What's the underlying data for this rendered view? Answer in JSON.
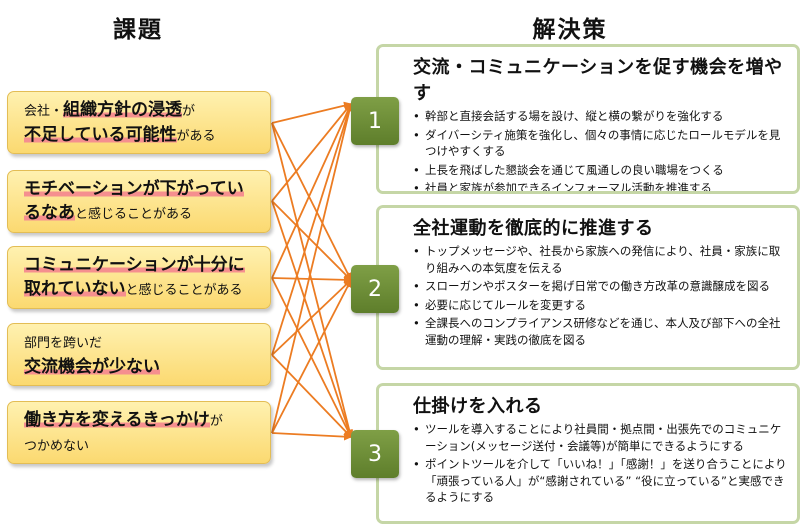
{
  "headings": {
    "issues": "課題",
    "solutions": "解決策"
  },
  "issues": [
    {
      "parts": [
        {
          "t": "会社・",
          "s": "sm"
        },
        {
          "t": "組織方針の浸透",
          "s": "bg",
          "hl": true
        },
        {
          "t": "が",
          "s": "sm"
        },
        {
          "t": "不足している可能性",
          "s": "bg",
          "hl": true,
          "br": true
        },
        {
          "t": "がある",
          "s": "sm"
        }
      ]
    },
    {
      "parts": [
        {
          "t": "モチベーションが下がってい",
          "s": "bg",
          "hl": true
        },
        {
          "t": "るなあ",
          "s": "bg",
          "hl": true,
          "br": true
        },
        {
          "t": "と感じることがある",
          "s": "sm"
        }
      ]
    },
    {
      "parts": [
        {
          "t": "コミュニケーションが十分に",
          "s": "bg",
          "hl": true
        },
        {
          "t": "取れていない",
          "s": "bg",
          "hl": true,
          "br": true
        },
        {
          "t": "と感じることがある",
          "s": "sm"
        }
      ]
    },
    {
      "parts": [
        {
          "t": "部門を跨いだ",
          "s": "sm"
        },
        {
          "t": "交流機会が少ない",
          "s": "bg",
          "hl": true,
          "br": true
        }
      ]
    },
    {
      "parts": [
        {
          "t": "働き方を変えるきっかけ",
          "s": "bg",
          "hl": true
        },
        {
          "t": "が",
          "s": "sm"
        },
        {
          "t": "つかめない",
          "s": "sm",
          "br": true
        }
      ]
    }
  ],
  "solutions": [
    {
      "number": "1",
      "title": "交流・コミュニケーションを促す機会を増やす",
      "bullets": [
        "幹部と直接会話する場を設け、縦と横の繋がりを強化する",
        "ダイバーシティ施策を強化し、個々の事情に応じたロールモデルを見つけやすくする",
        "上長を飛ばした懇談会を通じて風通しの良い職場をつくる",
        "社員と家族が参加できるインフォーマル活動を推進する"
      ]
    },
    {
      "number": "2",
      "title": "全社運動を徹底的に推進する",
      "bullets": [
        "トップメッセージや、社長から家族への発信により、社員・家族に取り組みへの本気度を伝える",
        "スローガンやポスターを掲げ日常での働き方改革の意識醸成を図る",
        "必要に応じてルールを変更する",
        "全課長へのコンプライアンス研修などを通じ、本人及び部下への全社運動の理解・実践の徹底を図る"
      ]
    },
    {
      "number": "3",
      "title": "仕掛けを入れる",
      "bullets": [
        "ツールを導入することにより社員間・拠点間・出張先でのコミュニケーション(メッセージ送付・会議等)が簡単にできるようにする",
        "ポイントツールを介して「いいね！」「感謝！」を送り合うことにより「頑張っている人」が“感謝されている” “役に立っている”と実感できるようにする"
      ]
    }
  ],
  "colors": {
    "arrow": "#ec7c22",
    "number_box": "#6b8e35",
    "panel_border": "#c5d6a6",
    "issue_fill": "#fde39a",
    "highlight": "#f58f8f"
  }
}
